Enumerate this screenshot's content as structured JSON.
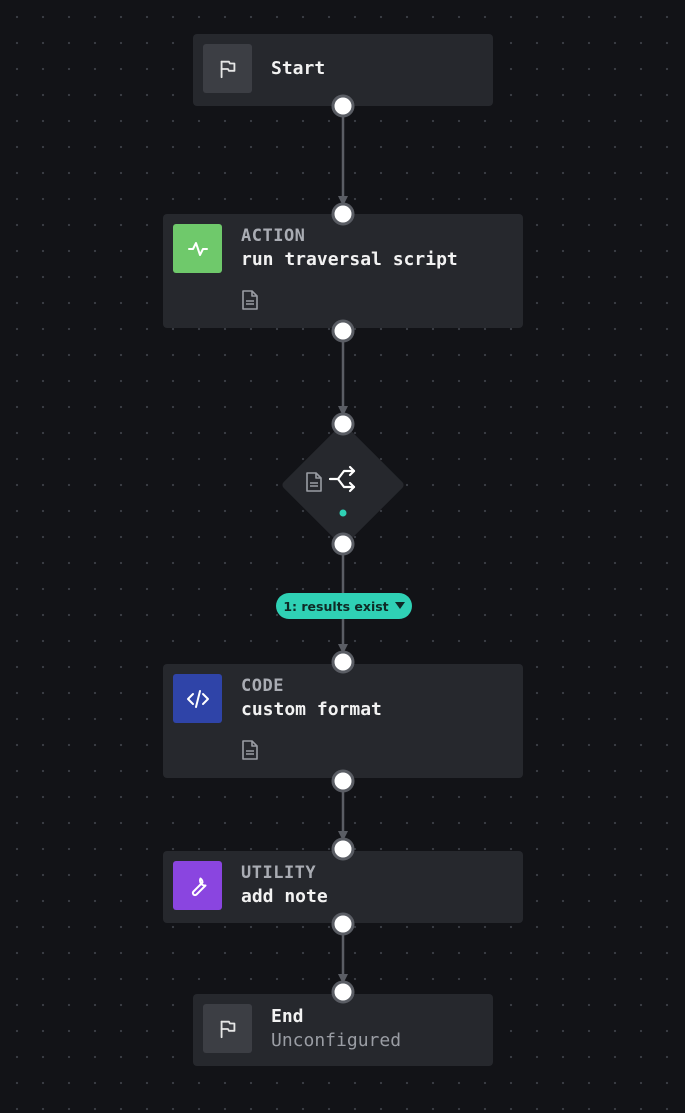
{
  "nodes": {
    "start": {
      "title": "Start"
    },
    "action": {
      "type": "ACTION",
      "title": "run traversal script"
    },
    "code": {
      "type": "CODE",
      "title": "custom format"
    },
    "utility": {
      "type": "UTILITY",
      "title": "add note"
    },
    "end": {
      "title": "End",
      "subtitle": "Unconfigured"
    }
  },
  "branch": {
    "label": "1: results exist"
  },
  "icons": {
    "start": "flag-icon",
    "action": "activity-icon",
    "decision": "shuffle-icon",
    "code": "code-icon",
    "utility": "wrench-icon",
    "end": "flag-icon",
    "notes": "document-icon"
  },
  "colors": {
    "background": "#121317",
    "node": "#26282d",
    "action_accent": "#6fc96b",
    "code_accent": "#2f44a8",
    "utility_accent": "#8a45e0",
    "branch_accent": "#2fd1b5",
    "connector": "#5a5d64"
  }
}
